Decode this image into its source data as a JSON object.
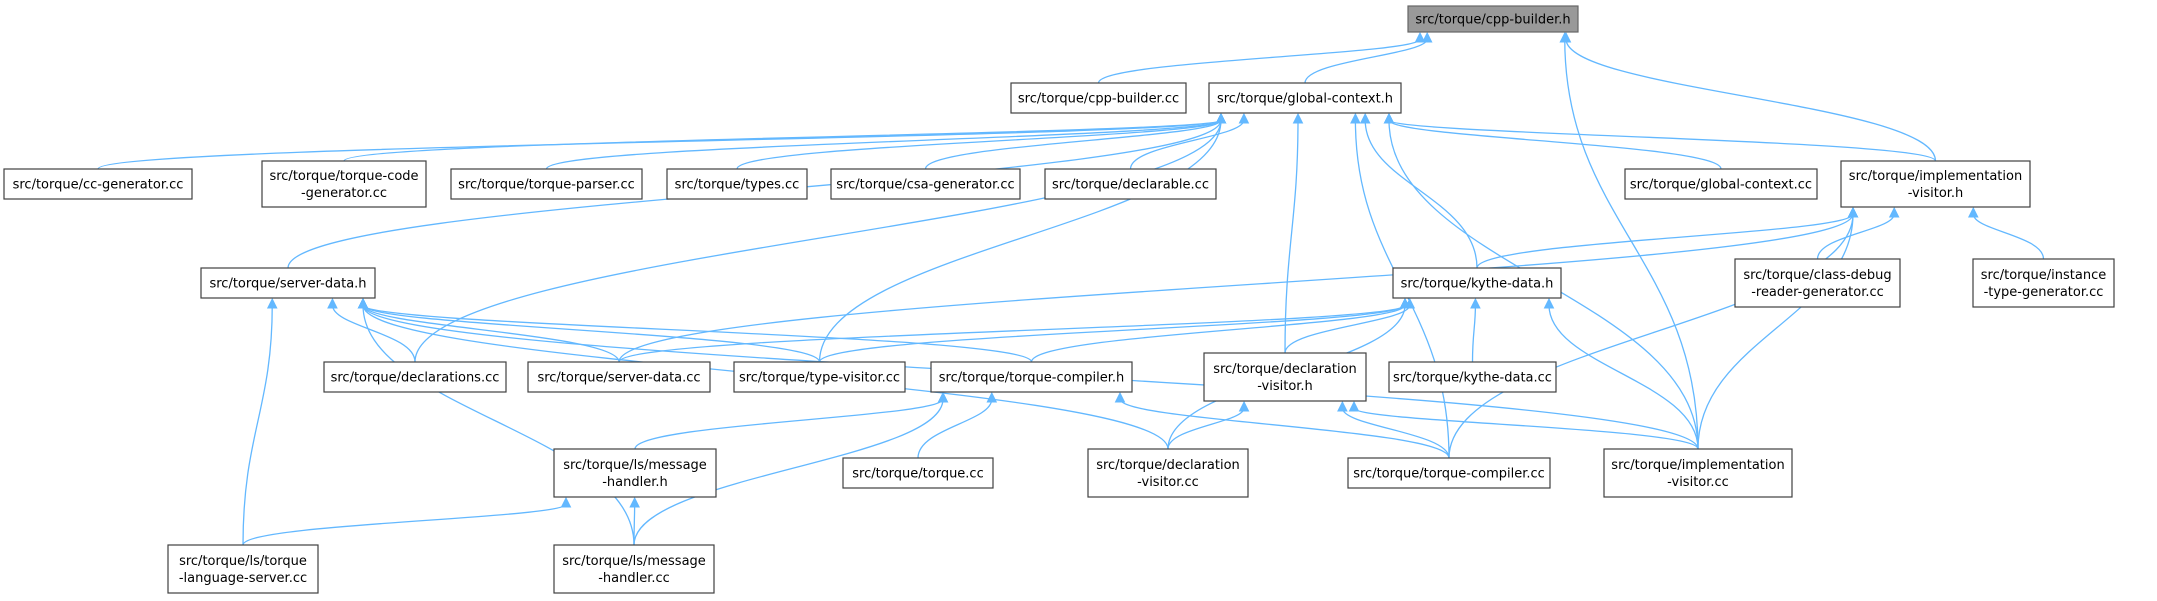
{
  "diagram": {
    "nodes": [
      {
        "id": "cpp_builder_h",
        "lines": [
          "src/torque/cpp-builder.h"
        ],
        "highlighted": true
      },
      {
        "id": "cpp_builder_cc",
        "lines": [
          "src/torque/cpp-builder.cc"
        ]
      },
      {
        "id": "global_context_h",
        "lines": [
          "src/torque/global-context.h"
        ]
      },
      {
        "id": "cc_generator_cc",
        "lines": [
          "src/torque/cc-generator.cc"
        ]
      },
      {
        "id": "torque_code_generator_cc",
        "lines": [
          "src/torque/torque-code",
          "-generator.cc"
        ]
      },
      {
        "id": "torque_parser_cc",
        "lines": [
          "src/torque/torque-parser.cc"
        ]
      },
      {
        "id": "types_cc",
        "lines": [
          "src/torque/types.cc"
        ]
      },
      {
        "id": "csa_generator_cc",
        "lines": [
          "src/torque/csa-generator.cc"
        ]
      },
      {
        "id": "declarable_cc",
        "lines": [
          "src/torque/declarable.cc"
        ]
      },
      {
        "id": "global_context_cc",
        "lines": [
          "src/torque/global-context.cc"
        ]
      },
      {
        "id": "implementation_visitor_h",
        "lines": [
          "src/torque/implementation",
          "-visitor.h"
        ]
      },
      {
        "id": "server_data_h",
        "lines": [
          "src/torque/server-data.h"
        ]
      },
      {
        "id": "kythe_data_h",
        "lines": [
          "src/torque/kythe-data.h"
        ]
      },
      {
        "id": "class_debug_reader_generator_cc",
        "lines": [
          "src/torque/class-debug",
          "-reader-generator.cc"
        ]
      },
      {
        "id": "instance_type_generator_cc",
        "lines": [
          "src/torque/instance",
          "-type-generator.cc"
        ]
      },
      {
        "id": "declarations_cc",
        "lines": [
          "src/torque/declarations.cc"
        ]
      },
      {
        "id": "server_data_cc",
        "lines": [
          "src/torque/server-data.cc"
        ]
      },
      {
        "id": "type_visitor_cc",
        "lines": [
          "src/torque/type-visitor.cc"
        ]
      },
      {
        "id": "torque_compiler_h",
        "lines": [
          "src/torque/torque-compiler.h"
        ]
      },
      {
        "id": "declaration_visitor_h",
        "lines": [
          "src/torque/declaration",
          "-visitor.h"
        ]
      },
      {
        "id": "kythe_data_cc",
        "lines": [
          "src/torque/kythe-data.cc"
        ]
      },
      {
        "id": "ls_message_handler_h",
        "lines": [
          "src/torque/ls/message",
          "-handler.h"
        ]
      },
      {
        "id": "torque_cc",
        "lines": [
          "src/torque/torque.cc"
        ]
      },
      {
        "id": "declaration_visitor_cc",
        "lines": [
          "src/torque/declaration",
          "-visitor.cc"
        ]
      },
      {
        "id": "torque_compiler_cc",
        "lines": [
          "src/torque/torque-compiler.cc"
        ]
      },
      {
        "id": "implementation_visitor_cc",
        "lines": [
          "src/torque/implementation",
          "-visitor.cc"
        ]
      },
      {
        "id": "ls_torque_language_server_cc",
        "lines": [
          "src/torque/ls/torque",
          "-language-server.cc"
        ]
      },
      {
        "id": "ls_message_handler_cc",
        "lines": [
          "src/torque/ls/message",
          "-handler.cc"
        ]
      }
    ],
    "edges": [
      {
        "from": "cpp_builder_cc",
        "to": "cpp_builder_h"
      },
      {
        "from": "global_context_h",
        "to": "cpp_builder_h"
      },
      {
        "from": "implementation_visitor_h",
        "to": "cpp_builder_h"
      },
      {
        "from": "implementation_visitor_cc",
        "to": "cpp_builder_h"
      },
      {
        "from": "cc_generator_cc",
        "to": "global_context_h"
      },
      {
        "from": "torque_code_generator_cc",
        "to": "global_context_h"
      },
      {
        "from": "torque_parser_cc",
        "to": "global_context_h"
      },
      {
        "from": "types_cc",
        "to": "global_context_h"
      },
      {
        "from": "csa_generator_cc",
        "to": "global_context_h"
      },
      {
        "from": "declarable_cc",
        "to": "global_context_h"
      },
      {
        "from": "global_context_cc",
        "to": "global_context_h"
      },
      {
        "from": "implementation_visitor_h",
        "to": "global_context_h"
      },
      {
        "from": "server_data_h",
        "to": "global_context_h"
      },
      {
        "from": "kythe_data_h",
        "to": "global_context_h"
      },
      {
        "from": "declarations_cc",
        "to": "global_context_h"
      },
      {
        "from": "type_visitor_cc",
        "to": "global_context_h"
      },
      {
        "from": "declaration_visitor_h",
        "to": "global_context_h"
      },
      {
        "from": "torque_compiler_cc",
        "to": "global_context_h"
      },
      {
        "from": "implementation_visitor_cc",
        "to": "global_context_h"
      },
      {
        "from": "class_debug_reader_generator_cc",
        "to": "implementation_visitor_h"
      },
      {
        "from": "instance_type_generator_cc",
        "to": "implementation_visitor_h"
      },
      {
        "from": "kythe_data_h",
        "to": "implementation_visitor_h"
      },
      {
        "from": "server_data_cc",
        "to": "implementation_visitor_h"
      },
      {
        "from": "torque_compiler_cc",
        "to": "implementation_visitor_h"
      },
      {
        "from": "implementation_visitor_cc",
        "to": "implementation_visitor_h"
      },
      {
        "from": "declarations_cc",
        "to": "server_data_h"
      },
      {
        "from": "server_data_cc",
        "to": "server_data_h"
      },
      {
        "from": "type_visitor_cc",
        "to": "server_data_h"
      },
      {
        "from": "torque_compiler_h",
        "to": "server_data_h"
      },
      {
        "from": "implementation_visitor_cc",
        "to": "server_data_h"
      },
      {
        "from": "declaration_visitor_cc",
        "to": "server_data_h"
      },
      {
        "from": "ls_torque_language_server_cc",
        "to": "server_data_h"
      },
      {
        "from": "ls_message_handler_cc",
        "to": "server_data_h"
      },
      {
        "from": "server_data_cc",
        "to": "kythe_data_h"
      },
      {
        "from": "type_visitor_cc",
        "to": "kythe_data_h"
      },
      {
        "from": "torque_compiler_h",
        "to": "kythe_data_h"
      },
      {
        "from": "declaration_visitor_h",
        "to": "kythe_data_h"
      },
      {
        "from": "kythe_data_cc",
        "to": "kythe_data_h"
      },
      {
        "from": "declaration_visitor_cc",
        "to": "kythe_data_h"
      },
      {
        "from": "implementation_visitor_cc",
        "to": "kythe_data_h"
      },
      {
        "from": "ls_message_handler_h",
        "to": "torque_compiler_h"
      },
      {
        "from": "torque_cc",
        "to": "torque_compiler_h"
      },
      {
        "from": "torque_compiler_cc",
        "to": "torque_compiler_h"
      },
      {
        "from": "ls_message_handler_cc",
        "to": "torque_compiler_h"
      },
      {
        "from": "declaration_visitor_cc",
        "to": "declaration_visitor_h"
      },
      {
        "from": "torque_compiler_cc",
        "to": "declaration_visitor_h"
      },
      {
        "from": "implementation_visitor_cc",
        "to": "declaration_visitor_h"
      },
      {
        "from": "ls_torque_language_server_cc",
        "to": "ls_message_handler_h"
      },
      {
        "from": "ls_message_handler_cc",
        "to": "ls_message_handler_h"
      }
    ]
  }
}
